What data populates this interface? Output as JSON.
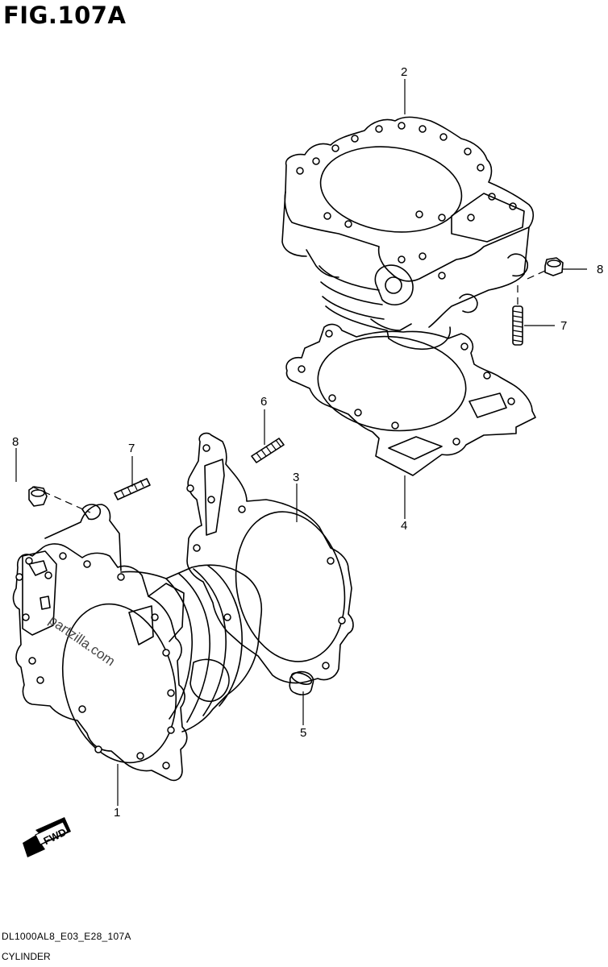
{
  "figure": {
    "title": "FIG.107A",
    "watermark": "partzilla.com",
    "fwd_label": "FWD"
  },
  "callouts": [
    {
      "id": "part-1",
      "label": "1"
    },
    {
      "id": "part-2",
      "label": "2"
    },
    {
      "id": "part-3",
      "label": "3"
    },
    {
      "id": "part-4",
      "label": "4"
    },
    {
      "id": "part-5",
      "label": "5"
    },
    {
      "id": "part-6",
      "label": "6"
    },
    {
      "id": "part-7-upper",
      "label": "7"
    },
    {
      "id": "part-7-lower",
      "label": "7"
    },
    {
      "id": "part-8-right",
      "label": "8"
    },
    {
      "id": "part-8-left",
      "label": "8"
    }
  ],
  "footer": {
    "code": "DL1000AL8_E03_E28_107A",
    "name": "CYLINDER"
  }
}
